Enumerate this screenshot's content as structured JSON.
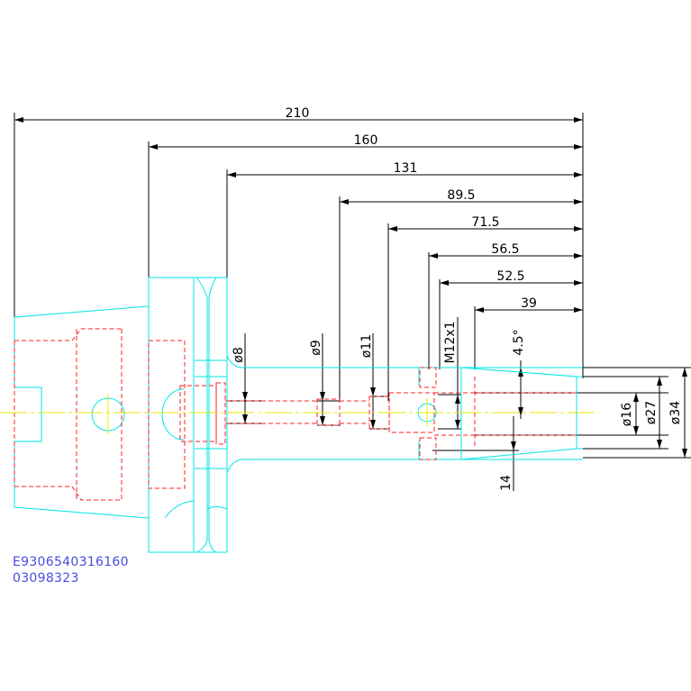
{
  "drawing": {
    "dimensions": {
      "lengths": [
        "210",
        "160",
        "131",
        "89.5",
        "71.5",
        "56.5",
        "52.5",
        "39"
      ],
      "diameters": {
        "d8": "ø8",
        "d9": "ø9",
        "d11": "ø11",
        "thread": "M12x1",
        "d16": "ø16",
        "d27": "ø27",
        "d34": "ø34"
      },
      "angle": "4.5°",
      "depth": "14"
    },
    "part_code": [
      "E9306540316160",
      "03098323"
    ],
    "colors": {
      "outline": "#00ffff",
      "hidden": "#ff0000",
      "centerline": "#ffff00",
      "dimension": "#000000",
      "code_text": "#4a4adf"
    }
  }
}
